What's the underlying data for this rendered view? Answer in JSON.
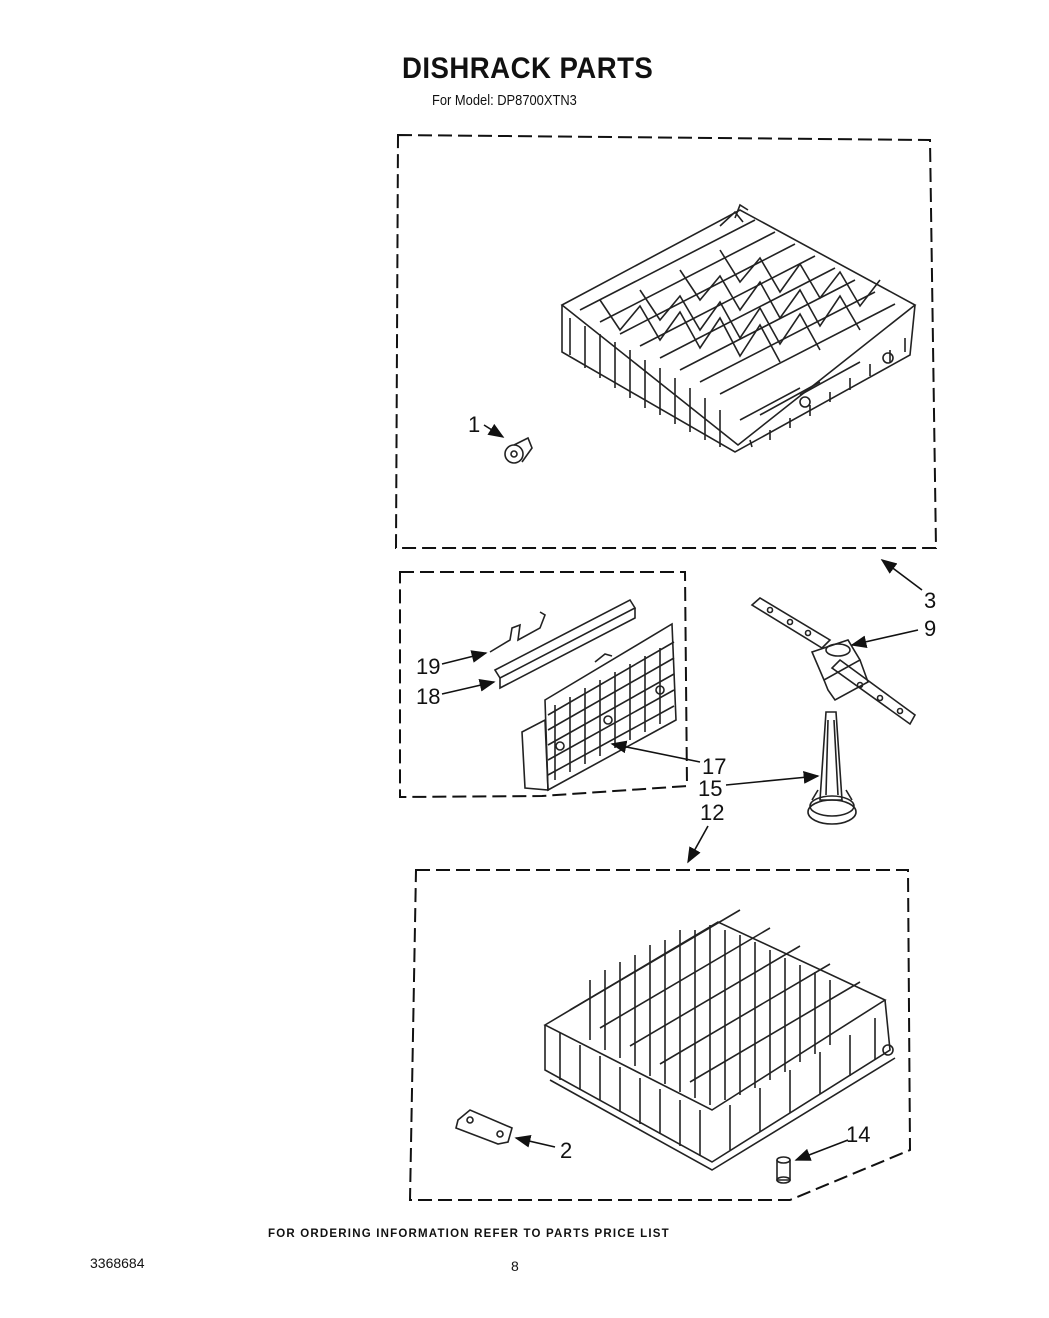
{
  "header": {
    "title": "DISHRACK PARTS",
    "subtitle": "For Model: DP8700XTN3"
  },
  "callouts": {
    "c1": "1",
    "c2": "2",
    "c3": "3",
    "c9": "9",
    "c12": "12",
    "c14": "14",
    "c15": "15",
    "c17": "17",
    "c18": "18",
    "c19": "19"
  },
  "footer": {
    "order_note": "FOR ORDERING INFORMATION REFER TO PARTS PRICE LIST",
    "doc_number": "3368684",
    "page_number": "8"
  }
}
